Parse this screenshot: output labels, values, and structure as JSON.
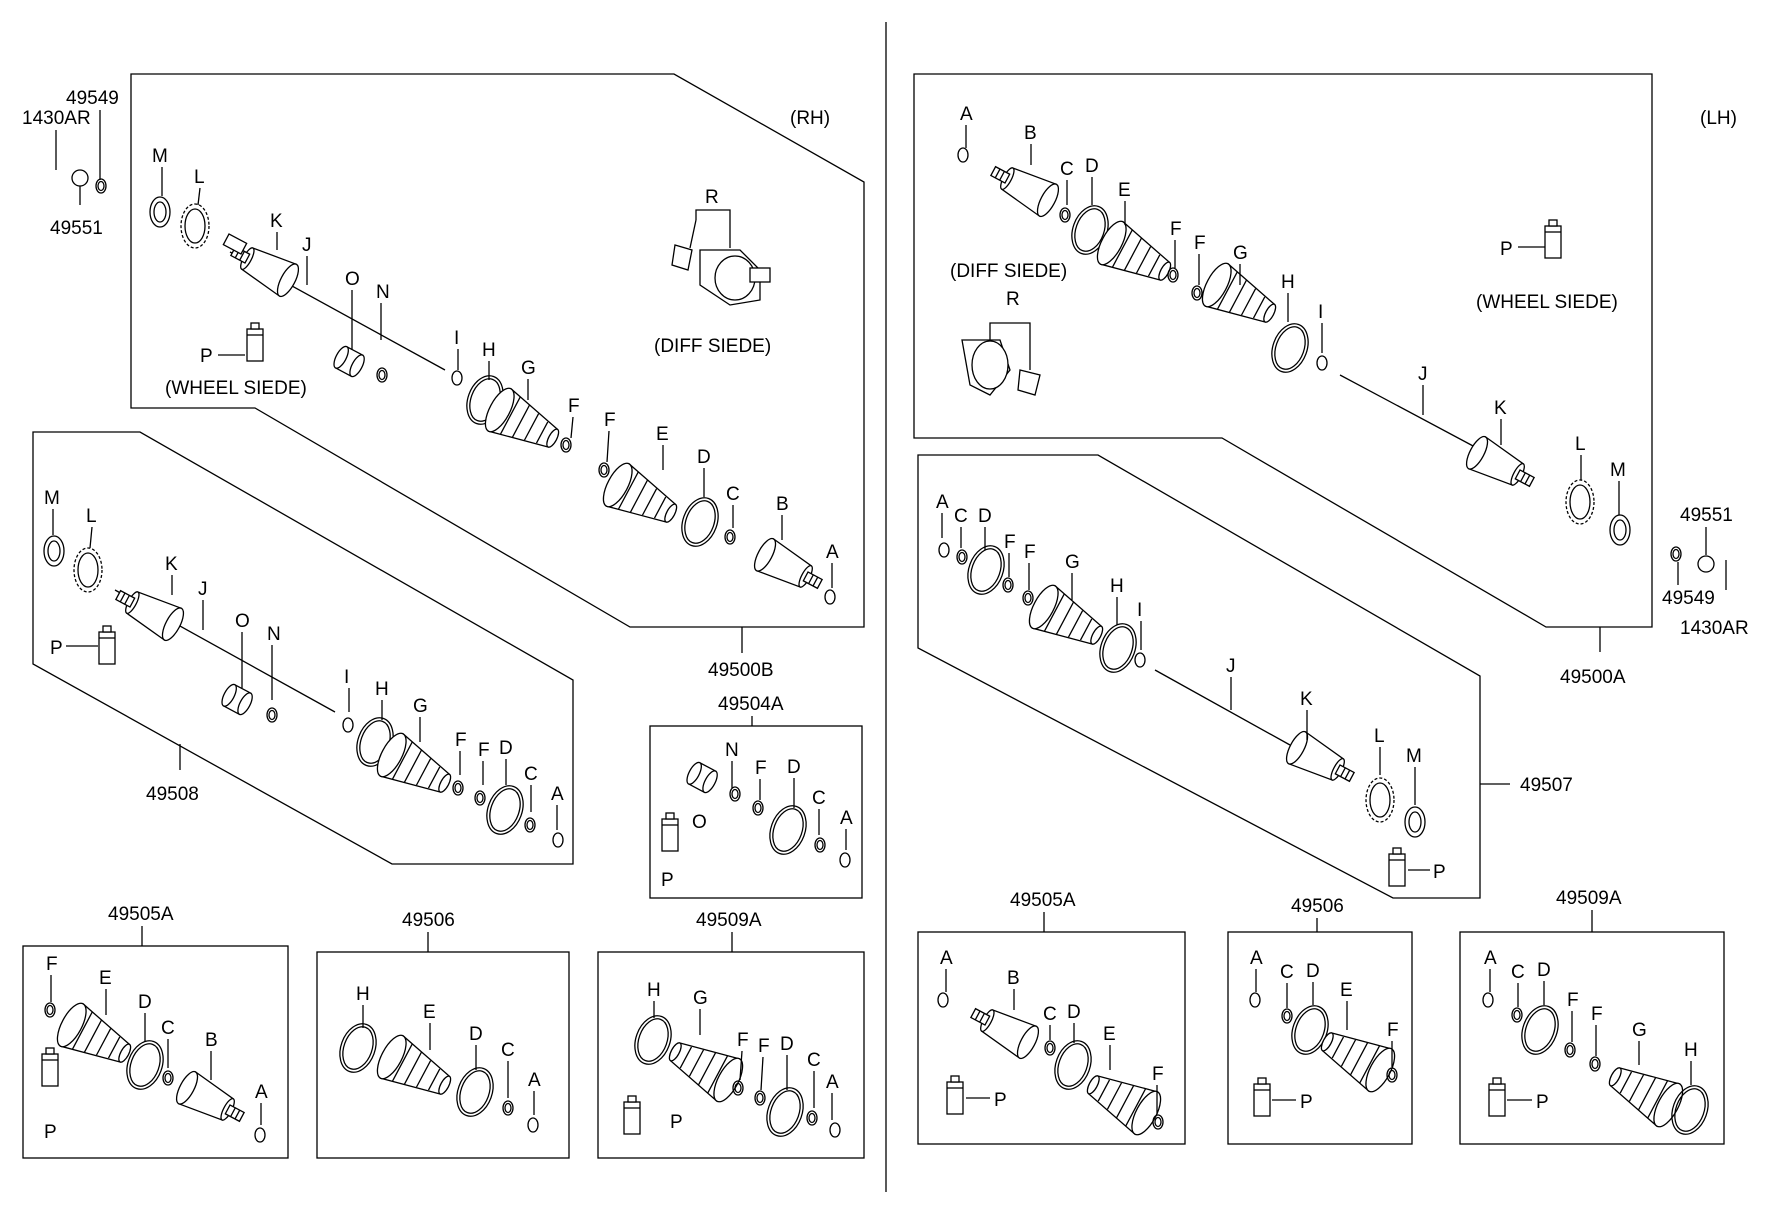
{
  "side_labels": {
    "rh": "(RH)",
    "lh": "(LH)"
  },
  "notes": {
    "rh_diff": "(DIFF SIEDE)",
    "rh_wheel": "(WHEEL SIEDE)",
    "lh_diff": "(DIFF SIEDE)",
    "lh_wheel": "(WHEEL SIEDE)"
  },
  "assemblies": {
    "rh_main": "49500B",
    "rh_alt": "49508",
    "rh_kit_n": "49504A",
    "rh_kit_b": "49505A",
    "rh_kit_e": "49506",
    "rh_kit_g": "49509A",
    "lh_main": "49500A",
    "lh_alt": "49507",
    "lh_kit_b": "49505A",
    "lh_kit_e": "49506",
    "lh_kit_g": "49509A"
  },
  "hardware": {
    "bolt": "1430AR",
    "washer": "49549",
    "nut": "49551"
  },
  "letters": {
    "A": "A",
    "B": "B",
    "C": "C",
    "D": "D",
    "E": "E",
    "F": "F",
    "G": "G",
    "H": "H",
    "I": "I",
    "J": "J",
    "K": "K",
    "L": "L",
    "M": "M",
    "N": "N",
    "O": "O",
    "P": "P",
    "R": "R"
  }
}
